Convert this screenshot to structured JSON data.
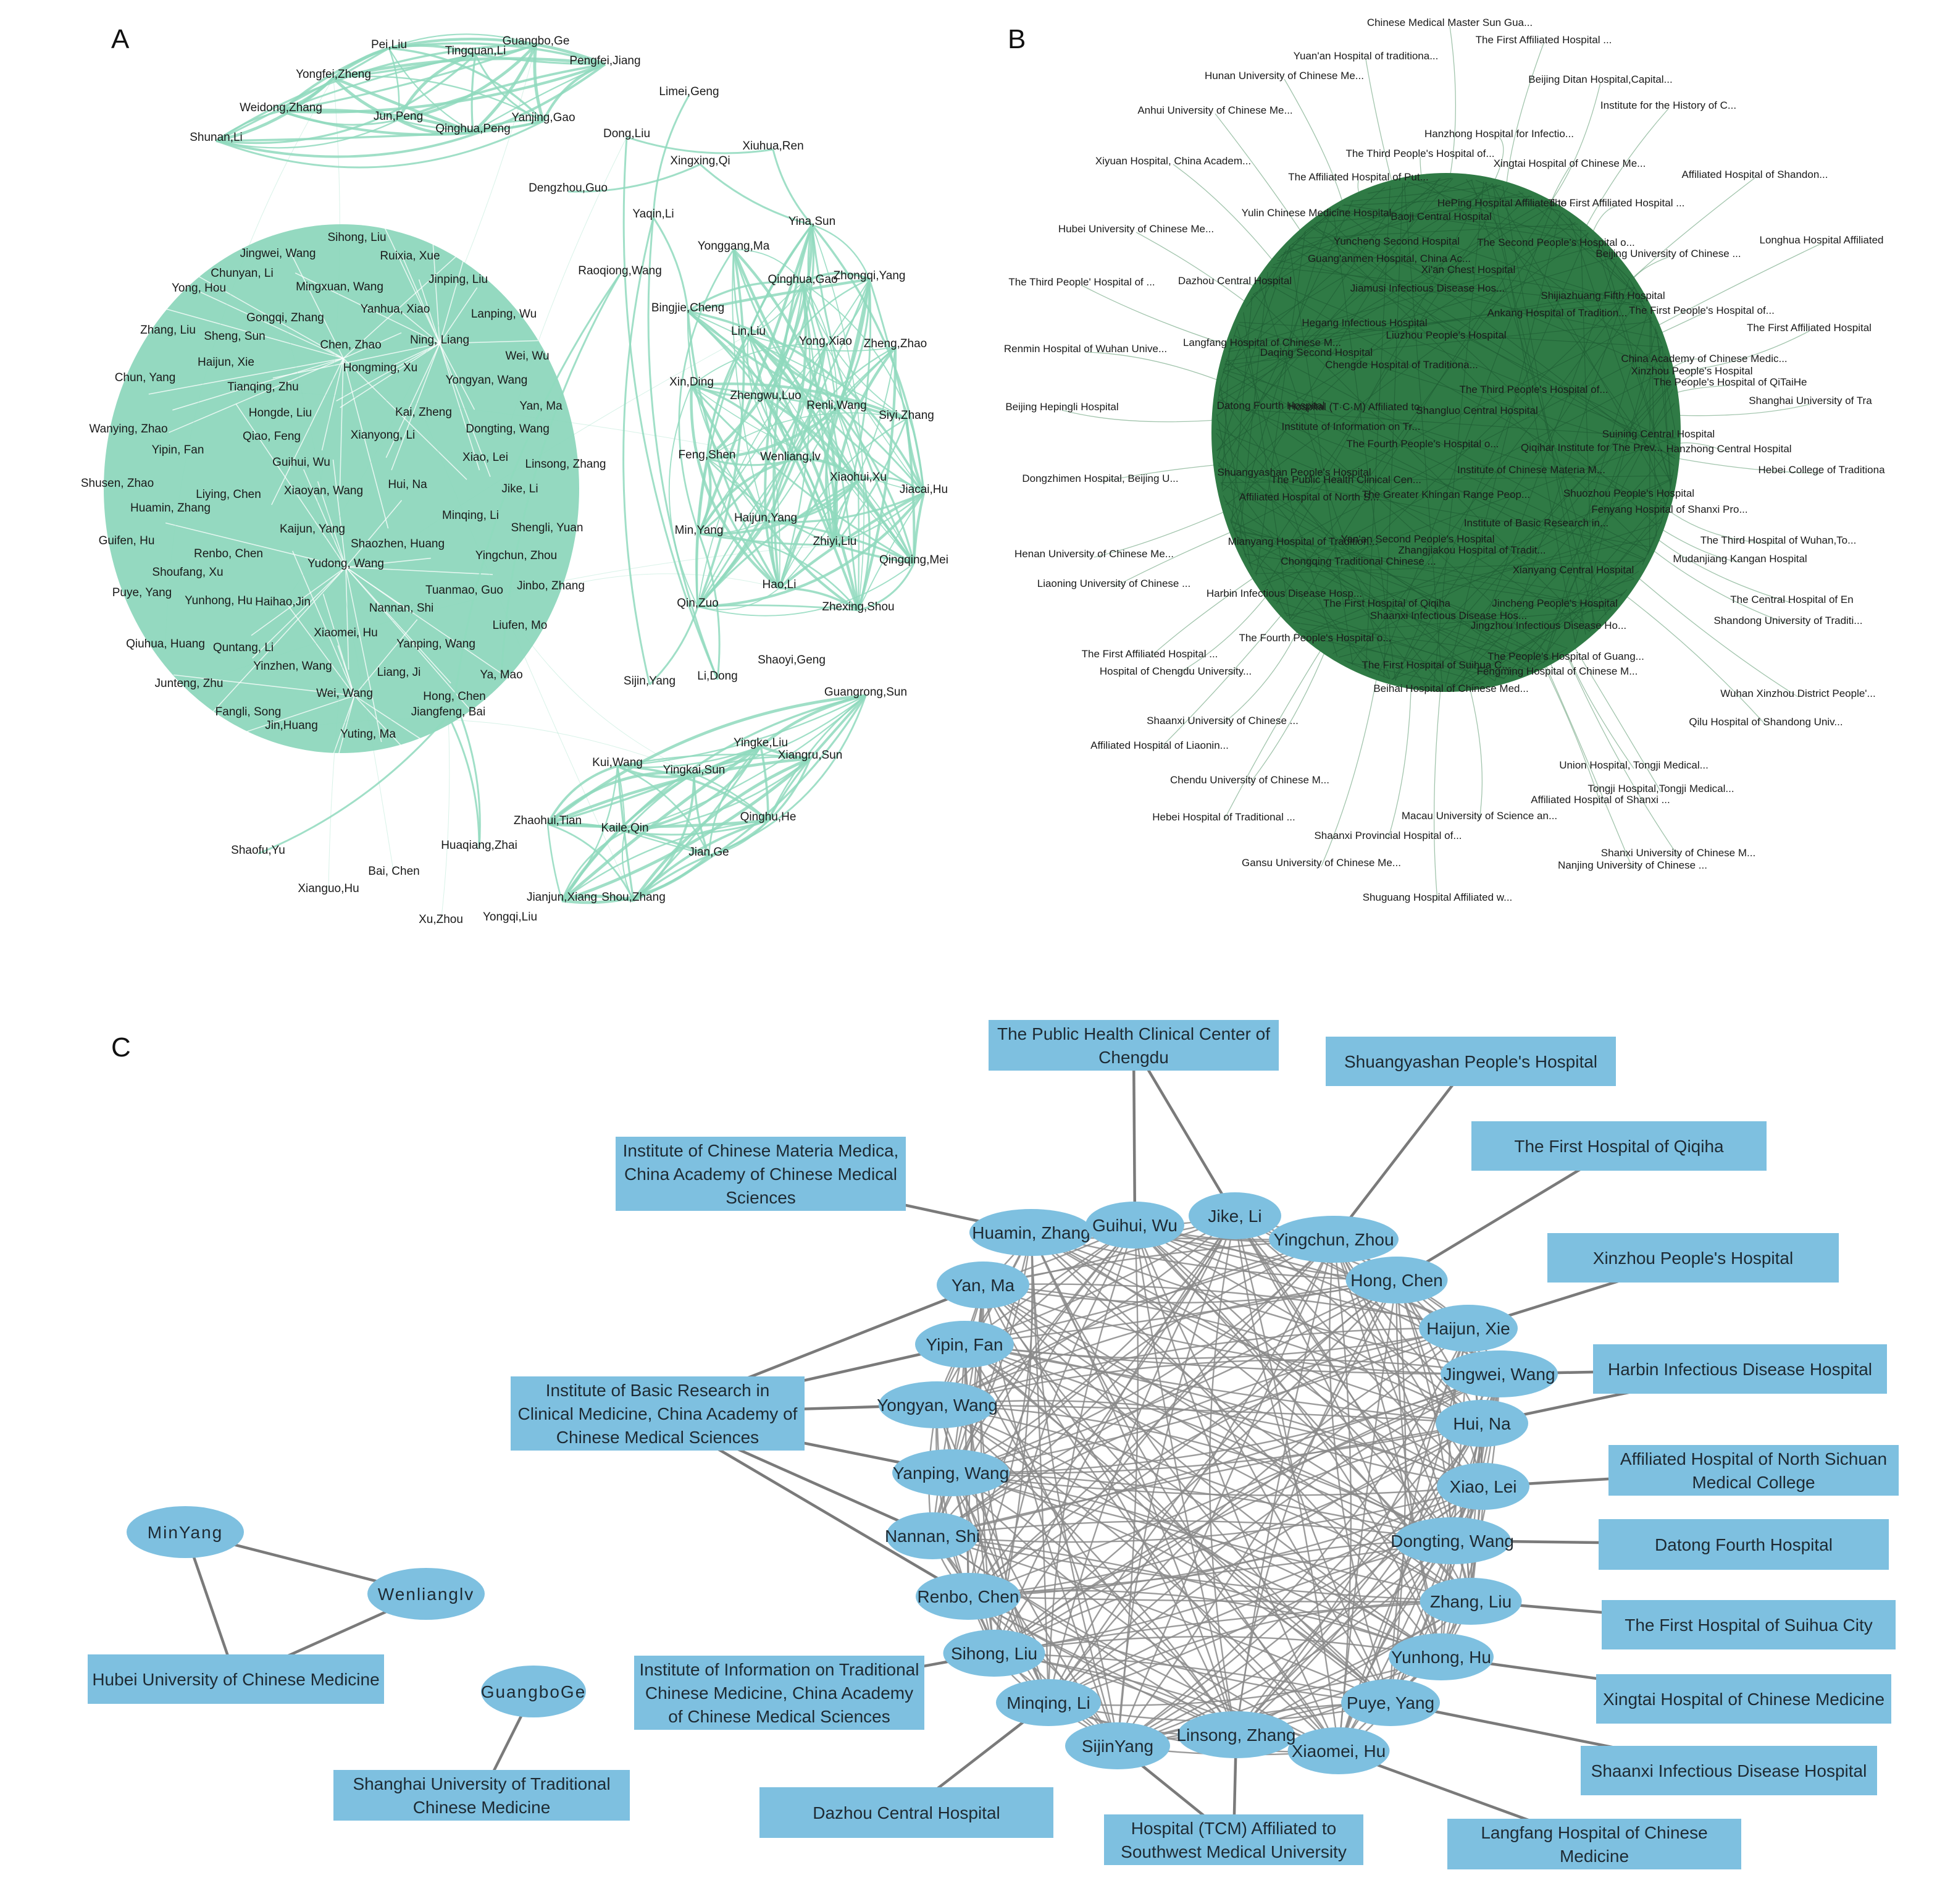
{
  "colors": {
    "panel_a_edge": "#8fd9bd",
    "panel_a_cluster": "#94d9c0",
    "panel_b_edge": "#2f7d47",
    "panel_b_cluster": "#2f7a45",
    "panel_c_node": "#7ec0e0",
    "panel_c_edge": "#8a8a8a"
  },
  "panel_a": {
    "letter": "A",
    "groups": [
      [
        "Pei,Liu",
        "Tingquan,Li",
        "Guangbo,Ge",
        "Pengfei,Jiang",
        "Yongfei,Zheng",
        "Weidong,Zhang",
        "Jun,Peng",
        "Qinghua,Peng",
        "Yanjing,Gao",
        "Shunan,Li"
      ],
      [
        "Yina,Sun",
        "Yonggang,Ma",
        "Qinghua,Gao",
        "Zhongqi,Yang",
        "Bingjie,Cheng",
        "Lin,Liu",
        "Yong,Xiao",
        "Zheng,Zhao",
        "Xin,Ding",
        "Zhengwu,Luo",
        "Renli,Wang",
        "Siyi,Zhang",
        "Feng,Shen",
        "Wenliang,lv",
        "Xiaohui,Xu",
        "Jiacai,Hu",
        "Haijun,Yang",
        "Min,Yang",
        "Zhiyi,Liu",
        "Qingqing,Mei",
        "Hao,Li",
        "Zhexing,Shou",
        "Qin,Zuo"
      ],
      [
        "Guangrong,Sun",
        "Yingke,Liu",
        "Xiangru,Sun",
        "Yingkai,Sun",
        "Qinghu,He",
        "Kui,Wang",
        "Zhaohui,Tian",
        "Kaile,Qin",
        "Jian,Ge",
        "Jianjun,Xiang",
        "Shou,Zhang"
      ]
    ],
    "nodes": [
      {
        "label": "Pei,Liu"
      },
      {
        "label": "Tingquan,Li"
      },
      {
        "label": "Guangbo,Ge"
      },
      {
        "label": "Pengfei,Jiang"
      },
      {
        "label": "Yongfei,Zheng"
      },
      {
        "label": "Weidong,Zhang"
      },
      {
        "label": "Jun,Peng"
      },
      {
        "label": "Qinghua,Peng"
      },
      {
        "label": "Yanjing,Gao"
      },
      {
        "label": "Shunan,Li"
      },
      {
        "label": "Limei,Geng"
      },
      {
        "label": "Dong,Liu"
      },
      {
        "label": "Xiuhua,Ren"
      },
      {
        "label": "Xingxing,Qi"
      },
      {
        "label": "Dengzhou,Guo"
      },
      {
        "label": "Yaqin,Li"
      },
      {
        "label": "Yina,Sun"
      },
      {
        "label": "Yonggang,Ma"
      },
      {
        "label": "Raoqiong,Wang"
      },
      {
        "label": "Qinghua,Gao"
      },
      {
        "label": "Zhongqi,Yang"
      },
      {
        "label": "Bingjie,Cheng"
      },
      {
        "label": "Lin,Liu"
      },
      {
        "label": "Yong,Xiao"
      },
      {
        "label": "Zheng,Zhao"
      },
      {
        "label": "Xin,Ding"
      },
      {
        "label": "Zhengwu,Luo"
      },
      {
        "label": "Renli,Wang"
      },
      {
        "label": "Siyi,Zhang"
      },
      {
        "label": "Feng,Shen"
      },
      {
        "label": "Wenliang,lv"
      },
      {
        "label": "Xiaohui,Xu"
      },
      {
        "label": "Jiacai,Hu"
      },
      {
        "label": "Haijun,Yang"
      },
      {
        "label": "Min,Yang"
      },
      {
        "label": "Zhiyi,Liu"
      },
      {
        "label": "Qingqing,Mei"
      },
      {
        "label": "Hao,Li"
      },
      {
        "label": "Zhexing,Shou"
      },
      {
        "label": "Qin,Zuo"
      },
      {
        "label": "Shaoyi,Geng"
      },
      {
        "label": "Sijin,Yang"
      },
      {
        "label": "Li,Dong"
      },
      {
        "label": "Guangrong,Sun"
      },
      {
        "label": "Yingke,Liu"
      },
      {
        "label": "Xiangru,Sun"
      },
      {
        "label": "Yingkai,Sun"
      },
      {
        "label": "Kui,Wang"
      },
      {
        "label": "Qinghu,He"
      },
      {
        "label": "Zhaohui,Tian"
      },
      {
        "label": "Kaile,Qin"
      },
      {
        "label": "Jian,Ge"
      },
      {
        "label": "Jianjun,Xiang"
      },
      {
        "label": "Shou,Zhang"
      },
      {
        "label": "Shaofu,Yu"
      },
      {
        "label": "Huaqiang,Zhai"
      },
      {
        "label": "Bai, Chen"
      },
      {
        "label": "Xianguo,Hu"
      },
      {
        "label": "Xu,Zhou"
      },
      {
        "label": "Yongqi,Liu"
      },
      {
        "label": "Sihong, Liu"
      },
      {
        "label": "Jingwei, Wang"
      },
      {
        "label": "Ruixia, Xue"
      },
      {
        "label": "Chunyan, Li"
      },
      {
        "label": "Jinping, Liu"
      },
      {
        "label": "Yong, Hou"
      },
      {
        "label": "Mingxuan, Wang"
      },
      {
        "label": "Yanhua, Xiao"
      },
      {
        "label": "Lanping, Wu"
      },
      {
        "label": "Gongqi, Zhang"
      },
      {
        "label": "Zhang, Liu"
      },
      {
        "label": "Sheng, Sun"
      },
      {
        "label": "Ning, Liang"
      },
      {
        "label": "Chen, Zhao"
      },
      {
        "label": "Haijun, Xie"
      },
      {
        "label": "Hongming, Xu"
      },
      {
        "label": "Wei, Wu"
      },
      {
        "label": "Chun, Yang"
      },
      {
        "label": "Tianqing, Zhu"
      },
      {
        "label": "Yongyan, Wang"
      },
      {
        "label": "Hongde, Liu"
      },
      {
        "label": "Kai, Zheng"
      },
      {
        "label": "Yan, Ma"
      },
      {
        "label": "Wanying, Zhao"
      },
      {
        "label": "Qiao, Feng"
      },
      {
        "label": "Xianyong, Li"
      },
      {
        "label": "Dongting, Wang"
      },
      {
        "label": "Yipin, Fan"
      },
      {
        "label": "Xiao, Lei"
      },
      {
        "label": "Guihui, Wu"
      },
      {
        "label": "Linsong, Zhang"
      },
      {
        "label": "Shusen, Zhao"
      },
      {
        "label": "Liying, Chen"
      },
      {
        "label": "Xiaoyan, Wang"
      },
      {
        "label": "Hui, Na"
      },
      {
        "label": "Jike, Li"
      },
      {
        "label": "Huamin, Zhang"
      },
      {
        "label": "Minqing, Li"
      },
      {
        "label": "Kaijun, Yang"
      },
      {
        "label": "Shengli, Yuan"
      },
      {
        "label": "Guifen, Hu"
      },
      {
        "label": "Shaozhen, Huang"
      },
      {
        "label": "Renbo, Chen"
      },
      {
        "label": "Yingchun, Zhou"
      },
      {
        "label": "Yudong, Wang"
      },
      {
        "label": "Shoufang, Xu"
      },
      {
        "label": "Tuanmao, Guo"
      },
      {
        "label": "Jinbo, Zhang"
      },
      {
        "label": "Puye, Yang"
      },
      {
        "label": "Yunhong, Hu"
      },
      {
        "label": "Haihao,Jin"
      },
      {
        "label": "Nannan, Shi"
      },
      {
        "label": "Liufen, Mo"
      },
      {
        "label": "Xiaomei, Hu"
      },
      {
        "label": "Qiuhua, Huang"
      },
      {
        "label": "Quntang, Li"
      },
      {
        "label": "Yanping, Wang"
      },
      {
        "label": "Yinzhen, Wang"
      },
      {
        "label": "Liang, Ji"
      },
      {
        "label": "Ya, Mao"
      },
      {
        "label": "Junteng, Zhu"
      },
      {
        "label": "Wei, Wang"
      },
      {
        "label": "Hong, Chen"
      },
      {
        "label": "Fangli, Song"
      },
      {
        "label": "Jiangfeng, Bai"
      },
      {
        "label": "Jin,Huang"
      },
      {
        "label": "Yuting, Ma"
      }
    ]
  },
  "panel_b": {
    "letter": "B",
    "nodes": [
      {
        "label": "Chinese Medical Master Sun Gua..."
      },
      {
        "label": "The First Affiliated Hospital ..."
      },
      {
        "label": "Yuan'an Hospital of traditiona..."
      },
      {
        "label": "Hunan University of Chinese Me..."
      },
      {
        "label": "Beijing Ditan Hospital,Capital..."
      },
      {
        "label": "Anhui University of Chinese Me..."
      },
      {
        "label": "Institute for the History of C..."
      },
      {
        "label": "Hanzhong Hospital for Infectio..."
      },
      {
        "label": "Xiyuan Hospital, China Academ..."
      },
      {
        "label": "The Third People's Hospital of..."
      },
      {
        "label": "Xingtai Hospital of Chinese Me..."
      },
      {
        "label": "Affiliated Hospital of Shandon..."
      },
      {
        "label": "The Affiliated Hospital of Put..."
      },
      {
        "label": "Baoji Central Hospital"
      },
      {
        "label": "HePing Hospital Affiliated to ..."
      },
      {
        "label": "The First Affiliated Hospital ..."
      },
      {
        "label": "Hubei University of Chinese Me..."
      },
      {
        "label": "Yulin Chinese Medicine Hospital"
      },
      {
        "label": "Yuncheng Second Hospital"
      },
      {
        "label": "The Second People's Hospital o..."
      },
      {
        "label": "Longhua Hospital Affiliated"
      },
      {
        "label": "Beijing University of Chinese ..."
      },
      {
        "label": "Guang'anmen Hospital, China Ac..."
      },
      {
        "label": "The Third People' Hospital of ..."
      },
      {
        "label": "Dazhou Central Hospital"
      },
      {
        "label": "Xi'an Chest Hospital"
      },
      {
        "label": "Jiamusi Infectious Disease Hos..."
      },
      {
        "label": "Shijiazhuang Fifth Hospital"
      },
      {
        "label": "Ankang Hospital of Tradition..."
      },
      {
        "label": "The First People's Hospital of..."
      },
      {
        "label": "Hegang Infectious Hospital"
      },
      {
        "label": "The First Affiliated Hospital"
      },
      {
        "label": "Liuzhou People's Hospital"
      },
      {
        "label": "Renmin Hospital of Wuhan Unive..."
      },
      {
        "label": "Langfang Hospital of Chinese M..."
      },
      {
        "label": "Daqing Second Hospital"
      },
      {
        "label": "Chengde Hospital of Traditiona..."
      },
      {
        "label": "China Academy of Chinese Medic..."
      },
      {
        "label": "Xinzhou People's Hospital"
      },
      {
        "label": "The People's Hospital of QiTaiHe"
      },
      {
        "label": "The Third People's Hospital of..."
      },
      {
        "label": "Shanghai University of Tra"
      },
      {
        "label": "Beijing Hepingli Hospital"
      },
      {
        "label": "Datong Fourth Hospital"
      },
      {
        "label": "Hospital (T·C·M) Affiliated to..."
      },
      {
        "label": "Shangluo Central Hospital"
      },
      {
        "label": "Institute of Information on Tr..."
      },
      {
        "label": "Suining Central Hospital"
      },
      {
        "label": "The Fourth People's Hospital o..."
      },
      {
        "label": "Qiqihar Institute for The Prev..."
      },
      {
        "label": "Hanzhong Central Hospital"
      },
      {
        "label": "Hebei College of Traditiona"
      },
      {
        "label": "Dongzhimen Hospital, Beijing U..."
      },
      {
        "label": "Shuangyashan People's Hospital"
      },
      {
        "label": "Institute of Chinese Materia M..."
      },
      {
        "label": "The Public Health Clinical Cen..."
      },
      {
        "label": "Affiliated Hospital of North S..."
      },
      {
        "label": "The Greater Khingan Range Peop..."
      },
      {
        "label": "Shuozhou People's Hospital"
      },
      {
        "label": "Fenyang Hospital of Shanxi Pro..."
      },
      {
        "label": "Institute of Basic Research in..."
      },
      {
        "label": "Mianyang Hospital of Tradition..."
      },
      {
        "label": "Yan'an Second People's Hospital"
      },
      {
        "label": "The Third Hospital of Wuhan,To..."
      },
      {
        "label": "Henan University of Chinese Me..."
      },
      {
        "label": "Zhangjiakou Hospital of Tradit..."
      },
      {
        "label": "Chongqing Traditional Chinese ..."
      },
      {
        "label": "Xianyang Central Hospital"
      },
      {
        "label": "Mudanjiang Kangan Hospital"
      },
      {
        "label": "Liaoning University of Chinese ..."
      },
      {
        "label": "Harbin Infectious Disease Hosp..."
      },
      {
        "label": "Jincheng People's Hospital"
      },
      {
        "label": "The Central Hospital of En"
      },
      {
        "label": "The First Hospital of Qiqiha"
      },
      {
        "label": "Shaanxi Infectious Disease Hos..."
      },
      {
        "label": "Jingzhou Infectious Disease Ho..."
      },
      {
        "label": "Shandong University of Traditi..."
      },
      {
        "label": "The Fourth People's Hospital o..."
      },
      {
        "label": "The First Affiliated Hospital ..."
      },
      {
        "label": "The People's Hospital of Guang..."
      },
      {
        "label": "The First Hospital of Suihua C..."
      },
      {
        "label": "Hospital of Chengdu University..."
      },
      {
        "label": "Fengming Hospital of Chinese M..."
      },
      {
        "label": "Beihai Hospital of Chinese Med..."
      },
      {
        "label": "Wuhan Xinzhou District People'..."
      },
      {
        "label": "Shaanxi University of Chinese ..."
      },
      {
        "label": "Qilu Hospital of Shandong Univ..."
      },
      {
        "label": "Affiliated Hospital of Liaonin..."
      },
      {
        "label": "Union Hospital, Tongji Medical..."
      },
      {
        "label": "Chendu University of Chinese M..."
      },
      {
        "label": "Tongji Hospital,Tongji Medical..."
      },
      {
        "label": "Affiliated Hospital of Shanxi ..."
      },
      {
        "label": "Hebei Hospital of Traditional ..."
      },
      {
        "label": "Macau University of Science an..."
      },
      {
        "label": "Shaanxi Provincial Hospital of..."
      },
      {
        "label": "Shanxi University of Chinese M..."
      },
      {
        "label": "Gansu University of Chinese Me..."
      },
      {
        "label": "Nanjing University of Chinese ..."
      },
      {
        "label": "Shuguang Hospital Affiliated w..."
      }
    ]
  },
  "panel_c": {
    "letter": "C",
    "authors": [
      "Huamin, Zhang",
      "Guihui, Wu",
      "Jike, Li",
      "Yingchun, Zhou",
      "Hong, Chen",
      "Haijun, Xie",
      "Jingwei, Wang",
      "Hui, Na",
      "Xiao, Lei",
      "Dongting, Wang",
      "Zhang, Liu",
      "Yunhong, Hu",
      "Puye, Yang",
      "Xiaomei, Hu",
      "Linsong, Zhang",
      "SijinYang",
      "Minqing, Li",
      "Sihong, Liu",
      "Renbo, Chen",
      "Nannan, Shi",
      "Yanping, Wang",
      "Yongyan, Wang",
      "Yipin, Fan",
      "Yan, Ma"
    ],
    "institutions": [
      {
        "lines": [
          "The Public Health Clinical Center of",
          "Chengdu"
        ]
      },
      {
        "lines": [
          "Shuangyashan People's Hospital"
        ]
      },
      {
        "lines": [
          "The First Hospital of Qiqiha"
        ]
      },
      {
        "lines": [
          "Xinzhou People's Hospital"
        ]
      },
      {
        "lines": [
          "Harbin Infectious Disease Hospital"
        ]
      },
      {
        "lines": [
          "Affiliated Hospital of North Sichuan",
          "Medical College"
        ]
      },
      {
        "lines": [
          "Datong Fourth Hospital"
        ]
      },
      {
        "lines": [
          "The First Hospital of Suihua City"
        ]
      },
      {
        "lines": [
          "Xingtai Hospital of Chinese Medicine"
        ]
      },
      {
        "lines": [
          "Shaanxi Infectious Disease Hospital"
        ]
      },
      {
        "lines": [
          "Langfang Hospital of Chinese",
          "Medicine"
        ]
      },
      {
        "lines": [
          "Hospital (TCM) Affiliated to",
          "Southwest Medical University"
        ]
      },
      {
        "lines": [
          "Dazhou Central Hospital"
        ]
      },
      {
        "lines": [
          "Institute of Information on Traditional",
          "Chinese Medicine, China Academy",
          "of Chinese Medical Sciences"
        ]
      },
      {
        "lines": [
          "Institute of Basic Research in",
          "Clinical Medicine, China Academy of",
          "Chinese Medical Sciences"
        ]
      },
      {
        "lines": [
          "Institute of Chinese Materia Medica,",
          "China Academy of Chinese Medical",
          "Sciences"
        ]
      },
      {
        "lines": [
          "Hubei University of Chinese Medicine"
        ]
      },
      {
        "lines": [
          "Shanghai University of Traditional",
          "Chinese Medicine"
        ]
      }
    ],
    "small_authors": [
      "MinYang",
      "Wenlianglv",
      "GuangboGe"
    ],
    "links": [
      [
        "The Public Health Clinical Center of Chengdu",
        "Guihui, Wu"
      ],
      [
        "The Public Health Clinical Center of Chengdu",
        "Jike, Li"
      ],
      [
        "Shuangyashan People's Hospital",
        "Yingchun, Zhou"
      ],
      [
        "The First Hospital of Qiqiha",
        "Hong, Chen"
      ],
      [
        "Xinzhou People's Hospital",
        "Haijun, Xie"
      ],
      [
        "Harbin Infectious Disease Hospital",
        "Jingwei, Wang"
      ],
      [
        "Harbin Infectious Disease Hospital",
        "Hui, Na"
      ],
      [
        "Affiliated Hospital of North Sichuan Medical College",
        "Xiao, Lei"
      ],
      [
        "Datong Fourth Hospital",
        "Dongting, Wang"
      ],
      [
        "The First Hospital of Suihua City",
        "Zhang, Liu"
      ],
      [
        "Xingtai Hospital of Chinese Medicine",
        "Yunhong, Hu"
      ],
      [
        "Shaanxi Infectious Disease Hospital",
        "Puye, Yang"
      ],
      [
        "Langfang Hospital of Chinese Medicine",
        "Xiaomei, Hu"
      ],
      [
        "Hospital (TCM) Affiliated to Southwest Medical University",
        "Linsong, Zhang"
      ],
      [
        "Hospital (TCM) Affiliated to Southwest Medical University",
        "SijinYang"
      ],
      [
        "Dazhou Central Hospital",
        "Minqing, Li"
      ],
      [
        "Institute of Information on Traditional Chinese Medicine, China Academy of Chinese Medical Sciences",
        "Sihong, Liu"
      ],
      [
        "Institute of Basic Research in Clinical Medicine, China Academy of Chinese Medical Sciences",
        "Yan, Ma"
      ],
      [
        "Institute of Basic Research in Clinical Medicine, China Academy of Chinese Medical Sciences",
        "Yipin, Fan"
      ],
      [
        "Institute of Basic Research in Clinical Medicine, China Academy of Chinese Medical Sciences",
        "Yongyan, Wang"
      ],
      [
        "Institute of Basic Research in Clinical Medicine, China Academy of Chinese Medical Sciences",
        "Yanping, Wang"
      ],
      [
        "Institute of Basic Research in Clinical Medicine, China Academy of Chinese Medical Sciences",
        "Nannan, Shi"
      ],
      [
        "Institute of Basic Research in Clinical Medicine, China Academy of Chinese Medical Sciences",
        "Renbo, Chen"
      ],
      [
        "Institute of Chinese Materia Medica, China Academy of Chinese Medical Sciences",
        "Huamin, Zhang"
      ],
      [
        "MinYang",
        "Wenlianglv"
      ],
      [
        "MinYang",
        "Hubei University of Chinese Medicine"
      ],
      [
        "Wenlianglv",
        "Hubei University of Chinese Medicine"
      ],
      [
        "GuangboGe",
        "Shanghai University of Traditional Chinese Medicine"
      ]
    ]
  }
}
